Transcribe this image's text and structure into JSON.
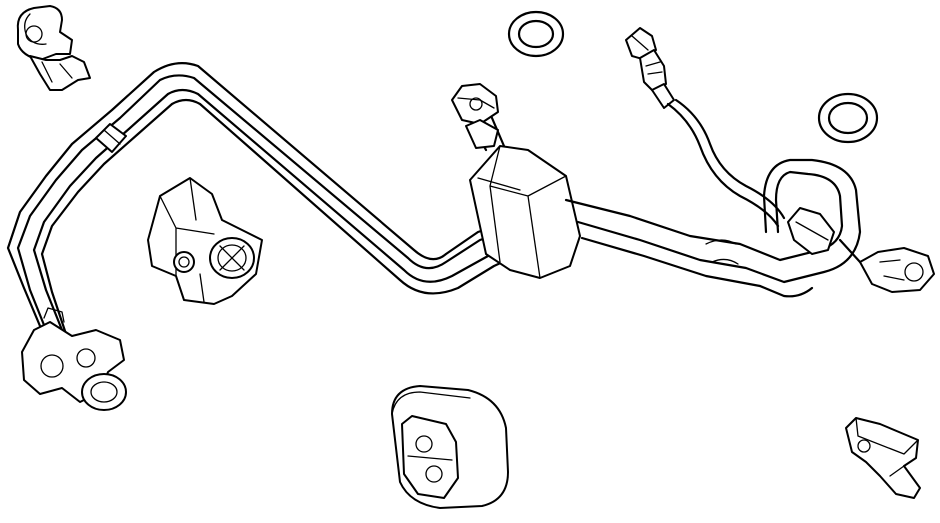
{
  "diagram": {
    "background": "#ffffff",
    "line_color": "#000000",
    "parts": [
      {
        "name": "clamp-clip-top-left",
        "icon": "clamp-icon"
      },
      {
        "name": "o-ring-seal-top",
        "icon": "o-ring-icon"
      },
      {
        "name": "pressure-sensor-connector",
        "icon": "sensor-icon"
      },
      {
        "name": "o-ring-seal-right",
        "icon": "o-ring-icon"
      },
      {
        "name": "ac-manifold-hose-assembly",
        "icon": "hose-icon"
      },
      {
        "name": "mounting-bracket",
        "icon": "bracket-icon"
      },
      {
        "name": "insulator-block",
        "icon": "insulator-icon"
      },
      {
        "name": "retaining-clip-bottom-right",
        "icon": "clip-icon"
      }
    ]
  }
}
